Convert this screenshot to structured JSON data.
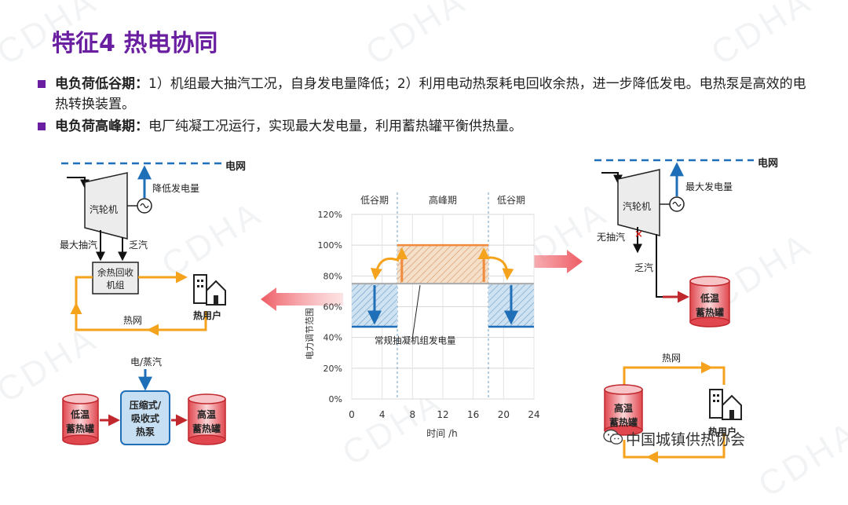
{
  "watermark": "CDHA",
  "title": "特征4 热电协同",
  "bullets": [
    {
      "bold": "电负荷低谷期：",
      "text": "1）机组最大抽汽工况，自身发电量降低；2）利用电动热泵耗电回收余热，进一步降低发电。电热泵是高效的电热转换装置。"
    },
    {
      "bold": "电负荷高峰期：",
      "text": "电厂纯凝工况运行，实现最大发电量，利用蓄热罐平衡供热量。"
    }
  ],
  "left_diagram": {
    "grid": "电网",
    "reduce_gen": "降低发电量",
    "turbine": "汽轮机",
    "max_extraction": "最大抽汽",
    "exhaust": "乏汽",
    "recovery_unit": [
      "余热回收",
      "机组"
    ],
    "heat_user": "热用户",
    "heat_network": "热网",
    "elec_steam": "电/蒸汽",
    "low_tank": [
      "低温",
      "蓄热罐"
    ],
    "heat_pump": [
      "压缩式/",
      "吸收式",
      "热泵"
    ],
    "high_tank": [
      "高温",
      "蓄热罐"
    ]
  },
  "right_diagram": {
    "grid": "电网",
    "max_gen": "最大发电量",
    "turbine": "汽轮机",
    "no_extraction": "无抽汽",
    "exhaust": "乏汽",
    "low_tank": [
      "低温",
      "蓄热罐"
    ],
    "heat_network": "热网",
    "high_tank": [
      "高温",
      "蓄热罐"
    ],
    "heat_user": "热用户"
  },
  "chart_data": {
    "type": "area",
    "periods": [
      "低谷期",
      "高峰期",
      "低谷期"
    ],
    "period_bounds_h": [
      0,
      6,
      18,
      24
    ],
    "x_ticks": [
      0,
      4,
      8,
      12,
      16,
      20,
      24
    ],
    "y_ticks": [
      "0%",
      "20%",
      "40%",
      "60%",
      "80%",
      "100%",
      "120%"
    ],
    "y_values": [
      0,
      20,
      40,
      60,
      80,
      100,
      120
    ],
    "xlabel": "时间 /h",
    "ylabel": "电力调节范围",
    "xlim": [
      0,
      24
    ],
    "ylim": [
      0,
      120
    ],
    "baseline": 75,
    "baseline_label": "常规抽凝机组发电量",
    "valley_level": 47,
    "peak_level": 100,
    "grid": true
  },
  "footer": "中国城镇供热协会",
  "colors": {
    "accent": "#6a1fa0",
    "blue": "#1f6fb8",
    "orange": "#f5a21c",
    "red": "#c0282d",
    "pink": "#f07a80"
  }
}
